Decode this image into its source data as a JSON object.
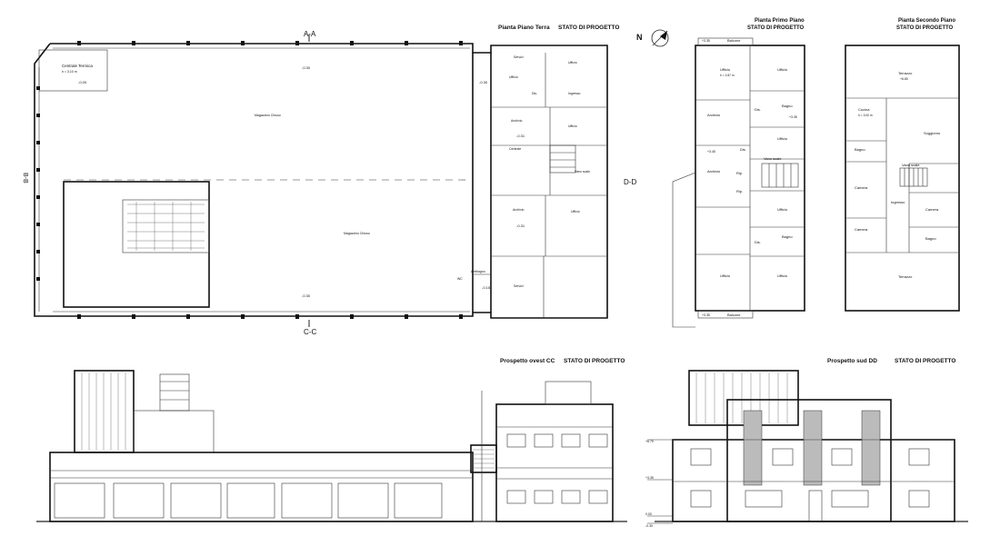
{
  "titles": {
    "ground_plan": "Pianta Piano Terra",
    "ground_plan_status": "STATO DI PROGETTO",
    "first_plan": "Pianta Primo Piano",
    "first_plan_status": "STATO DI PROGETTO",
    "second_plan": "Pianta Secondo Piano",
    "second_plan_status": "STATO DI PROGETTO",
    "elev_west": "Prospetto ovest CC",
    "elev_west_status": "STATO DI PROGETTO",
    "elev_south": "Prospetto sud DD",
    "elev_south_status": "STATO DI PROGETTO"
  },
  "sections": {
    "aa": "A-A",
    "cc": "C-C",
    "dd": "D-D",
    "bb": "B-B"
  },
  "north": "N",
  "ground_rooms": {
    "centrale": "Centrale Termica",
    "centrale_h": "h = 3.10 m",
    "magazzino1": "Magazzino Chiuso",
    "magazzino2": "Magazzino Chiuso",
    "archivio": "Archivio",
    "archivio2": "Archivio",
    "ufficio1": "Ufficio",
    "ufficio2": "Ufficio",
    "ufficio3": "Ufficio",
    "ufficio4": "Ufficio",
    "ingresso": "Ingresso",
    "servizi1": "Servizi",
    "servizi2": "Servizi",
    "wc": "WC",
    "vano_scale": "Vano scale",
    "dis": "Dis.",
    "centrale2": "Centrale",
    "antibagno": "Antibagno"
  },
  "ground_levels": {
    "l1": "-0.00",
    "l2": "-0.30",
    "l3": "-0.30",
    "l4": "-0.30",
    "l5": "-0.31",
    "l6": "-0.31",
    "l7": "-0.15"
  },
  "first_rooms": {
    "balcone_top": "Balcone",
    "balcone_bottom": "Balcone",
    "ufficio1": "Ufficio",
    "ufficio2": "Ufficio",
    "ufficio3": "Ufficio",
    "ufficio4": "Ufficio",
    "ufficio5": "Ufficio",
    "ufficio6": "Ufficio",
    "archivio1": "Archivio",
    "archivio2": "Archivio",
    "bagno1": "Bagno",
    "bagno2": "Bagno",
    "dis1": "Dis.",
    "dis2": "Dis.",
    "dis3": "Dis.",
    "rip1": "Rip.",
    "rip2": "Rip.",
    "vano_scale": "Vano scale",
    "h": "h = 2.87 m",
    "lev1": "+3.35",
    "lev2": "+3.35",
    "lev3": "+3.45",
    "lev4": "+3.35"
  },
  "second_rooms": {
    "terrazzo_top": "Terrazzo",
    "terrazzo_bottom": "Terrazzo",
    "cucina": "Cucina",
    "soggiorno": "Soggiorno",
    "bagno1": "Bagno",
    "bagno2": "Bagno",
    "camera1": "Camera",
    "camera2": "Camera",
    "camera3": "Camera",
    "ingresso": "Ingresso",
    "vano_scale": "Vano scale",
    "h": "h = 3.00 m",
    "lev": "+6.80"
  },
  "elevation_levels": {
    "l1": "+6.70",
    "l2": "+3.35",
    "l3": "0.00",
    "l4": "-0.30"
  }
}
